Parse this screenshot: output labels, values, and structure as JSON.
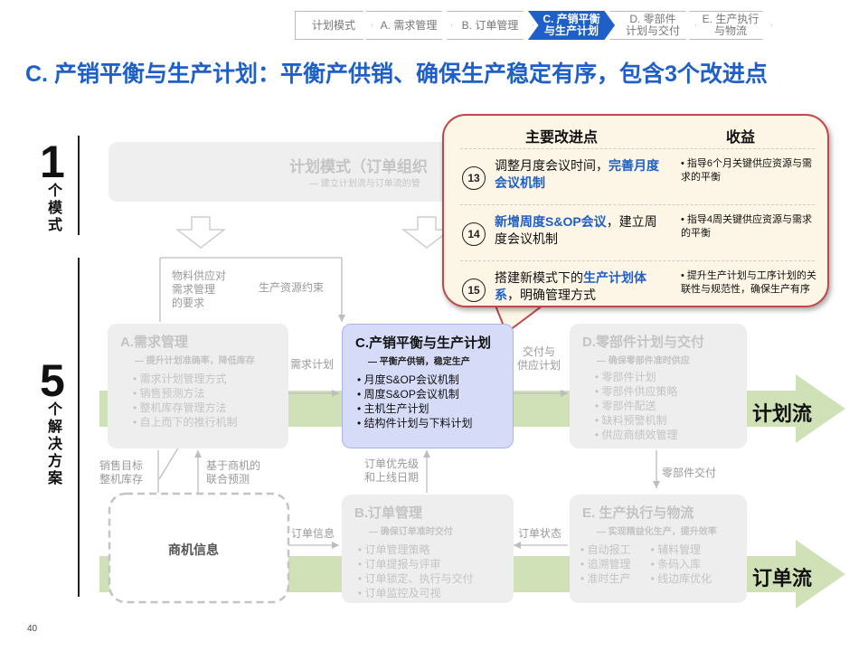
{
  "breadcrumb": [
    {
      "label": "计划模式",
      "active": false
    },
    {
      "label": "A. 需求管理",
      "active": false
    },
    {
      "label": "B. 订单管理",
      "active": false
    },
    {
      "label": "C. 产销平衡\n与生产计划",
      "active": true
    },
    {
      "label": "D. 零部件\n计划与交付",
      "active": false
    },
    {
      "label": "E. 生产执行\n与物流",
      "active": false
    }
  ],
  "title": "C. 产销平衡与生产计划：平衡产供销、确保生产稳定有序，包含3个改进点",
  "left_axis": {
    "mode_number": "1",
    "mode_text": "个模式",
    "plan_number": "5",
    "plan_text": "个解决方案"
  },
  "plan_mode_box": {
    "title": "计划模式（订单组织",
    "subtitle": "— 建立计划流与订单流的管"
  },
  "box_a": {
    "title": "A.需求管理",
    "subtitle": "— 提升计划准确率，降低库存",
    "items": [
      "需求计划管理方式",
      "销售预测方法",
      "整机库存管理方法",
      "自上而下的推行机制"
    ]
  },
  "box_c": {
    "title": "C.产销平衡与生产计划",
    "subtitle": "— 平衡产供销，稳定生产",
    "items": [
      "月度S&OP会议机制",
      "周度S&OP会议机制",
      "主机生产计划",
      "结构件计划与下料计划"
    ]
  },
  "box_d": {
    "title": "D.零部件计划与交付",
    "subtitle": "— 确保零部件准时供应",
    "items": [
      "零部件计划",
      "零部件供应策略",
      "零部件配送",
      "缺料预警机制",
      "供应商绩效管理"
    ]
  },
  "box_b": {
    "title": "B.订单管理",
    "subtitle": "— 确保订单准时交付",
    "items": [
      "订单管理策略",
      "订单提报与评审",
      "订单锁定、执行与交付",
      "订单监控及可视"
    ]
  },
  "box_e": {
    "title": "E. 生产执行与物流",
    "subtitle": "— 实现精益化生产，提升效率",
    "items_left": [
      "自动报工",
      "追溯管理",
      "准时生产"
    ],
    "items_right": [
      "辅料管理",
      "条码入库",
      "线边库优化"
    ]
  },
  "opportunity_box": {
    "label": "商机信息"
  },
  "flows": {
    "plan_flow": "计划流",
    "order_flow": "订单流"
  },
  "connectors": {
    "material_supply": "物料供应对\n需求管理\n的要求",
    "resource_constraint": "生产资源约束",
    "demand_plan": "需求计划",
    "delivery_supply": "交付与\n供应计划",
    "sales_target": "销售目标\n整机库存",
    "opportunity_forecast": "基于商机的\n联合预测",
    "order_priority": "订单优先级\n和上线日期",
    "parts_delivery": "零部件交付",
    "order_info": "订单信息",
    "order_status": "订单状态"
  },
  "callout": {
    "header_left": "主要改进点",
    "header_right": "收益",
    "rows": [
      {
        "num": "13",
        "text_pre": "调整月度会议时间，",
        "text_hl": "完善月度会议机制",
        "text_post": "",
        "benefit": "指导6个月关键供应资源与需求的平衡"
      },
      {
        "num": "14",
        "text_pre": "",
        "text_hl": "新增周度S&OP会议",
        "text_post": "，建立周度会议机制",
        "benefit": "指导4周关键供应资源与需求的平衡"
      },
      {
        "num": "15",
        "text_pre": "搭建新模式下的",
        "text_hl": "生产计划体系",
        "text_post": "，明确管理方式",
        "benefit": "提升生产计划与工序计划的关联性与规范性，确保生产有序"
      }
    ]
  },
  "page_number": "40",
  "colors": {
    "accent": "#1f5fc8",
    "callout_border": "#c0474a",
    "callout_bg": "#fdf6e6",
    "flow_arrow": "#c8dcaa",
    "box_c_bg": "#d6dbf8"
  }
}
